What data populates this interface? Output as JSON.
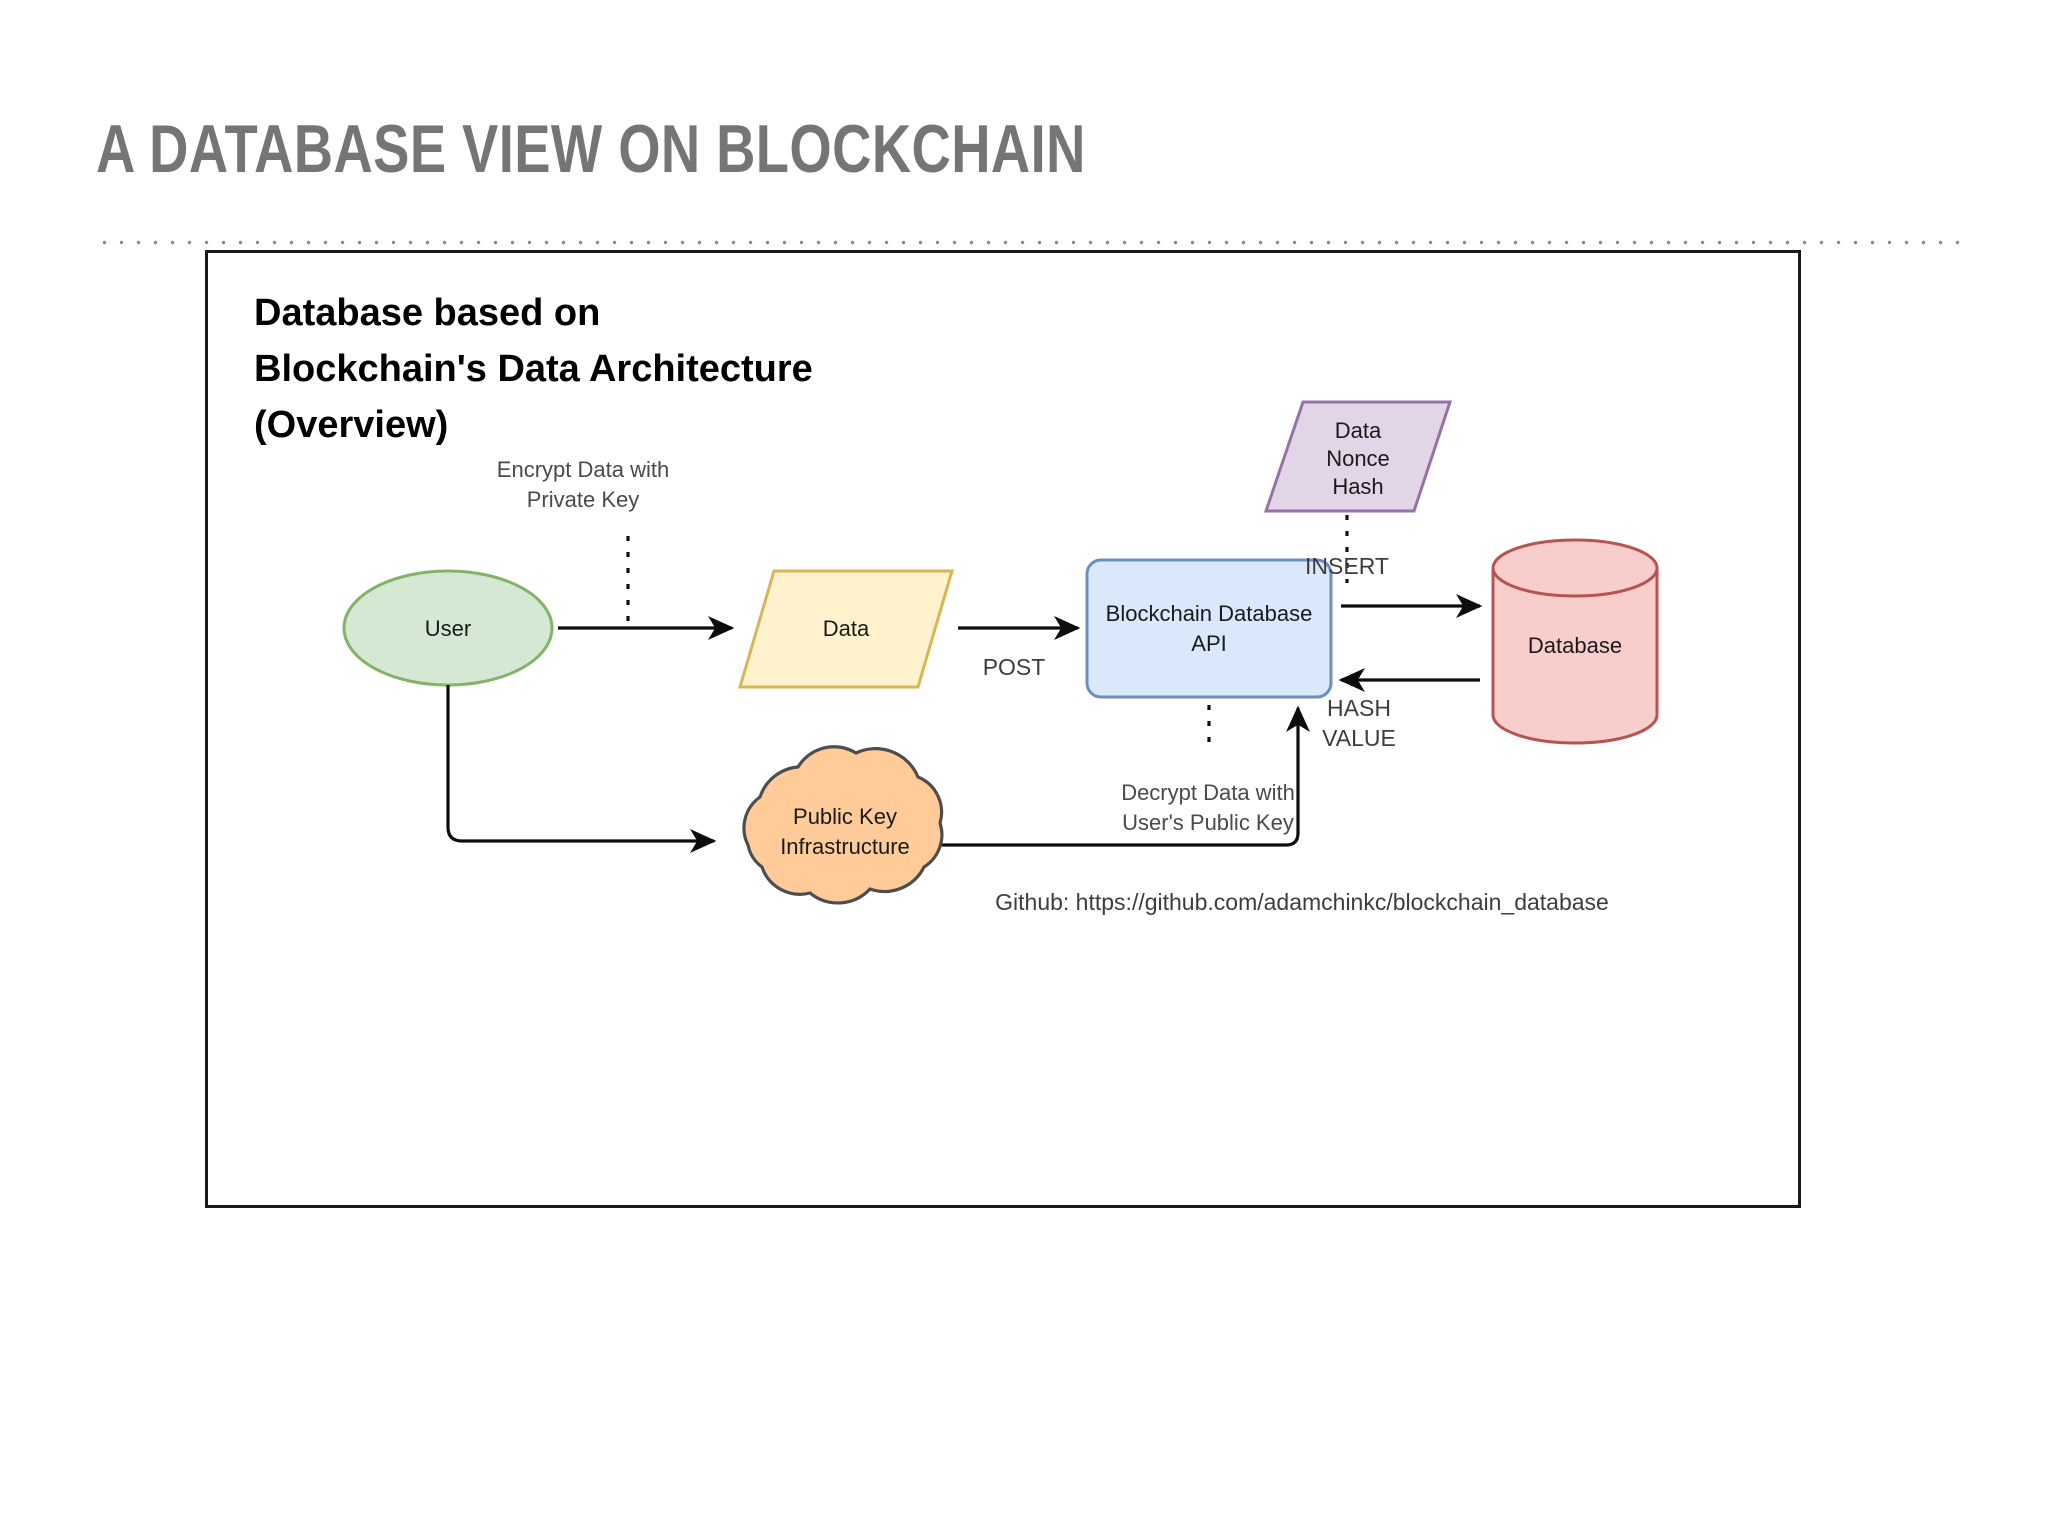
{
  "slide": {
    "title": "A DATABASE VIEW ON BLOCKCHAIN",
    "title_color": "#757575",
    "divider_color": "#8a8a8a",
    "background": "#ffffff"
  },
  "diagram": {
    "frame_border_color": "#1a1a1a",
    "heading": {
      "line1": "Database based on",
      "line2": "Blockchain's Data Architecture",
      "line3": "(Overview)"
    },
    "nodes": [
      {
        "id": "user",
        "shape": "ellipse",
        "label": "User",
        "fill": "#d5e8d4",
        "stroke": "#82b366"
      },
      {
        "id": "data",
        "shape": "parallelogram",
        "label": "Data",
        "fill": "#fff2cc",
        "stroke": "#d6b656"
      },
      {
        "id": "api",
        "shape": "rounded-rect",
        "label_line1": "Blockchain Database",
        "label_line2": "API",
        "fill": "#dae8fc",
        "stroke": "#6c8ebf"
      },
      {
        "id": "database",
        "shape": "cylinder",
        "label": "Database",
        "fill": "#f8cecc",
        "stroke": "#b85450"
      },
      {
        "id": "data-nonce-hash",
        "shape": "parallelogram",
        "label_line1": "Data",
        "label_line2": "Nonce",
        "label_line3": "Hash",
        "fill": "#e1d5e7",
        "stroke": "#9673a6"
      },
      {
        "id": "pki",
        "shape": "cloud",
        "label_line1": "Public Key",
        "label_line2": "Infrastructure",
        "fill": "#ffcc99",
        "stroke": "#4d4d4d"
      }
    ],
    "edge_labels": {
      "post": "POST",
      "insert": "INSERT",
      "hash_value_line1": "HASH",
      "hash_value_line2": "VALUE"
    },
    "annotations": {
      "encrypt_line1": "Encrypt Data with",
      "encrypt_line2": "Private Key",
      "decrypt_line1": "Decrypt Data with",
      "decrypt_line2": "User's Public Key"
    },
    "footer": "Github: https://github.com/adamchinkc/blockchain_database"
  }
}
